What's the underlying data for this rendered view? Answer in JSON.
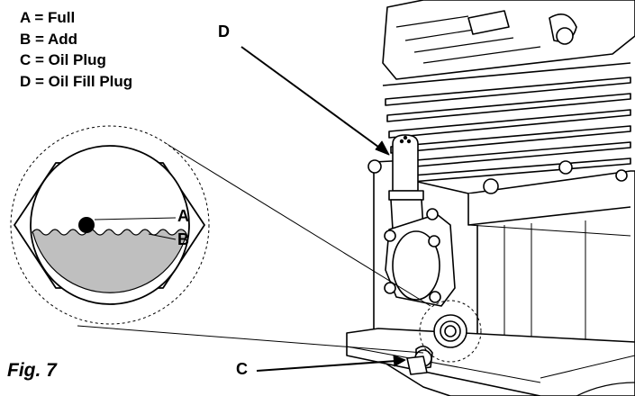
{
  "legend": {
    "items": [
      {
        "text": "A = Full"
      },
      {
        "text": "B = Add"
      },
      {
        "text": "C = Oil Plug"
      },
      {
        "text": "D = Oil Fill Plug"
      }
    ]
  },
  "callouts": {
    "a": "A",
    "b": "B",
    "c": "C",
    "d": "D"
  },
  "figure_caption": "Fig. 7",
  "colors": {
    "line": "#000000",
    "oil": "#bfbfbf",
    "background": "#ffffff"
  }
}
